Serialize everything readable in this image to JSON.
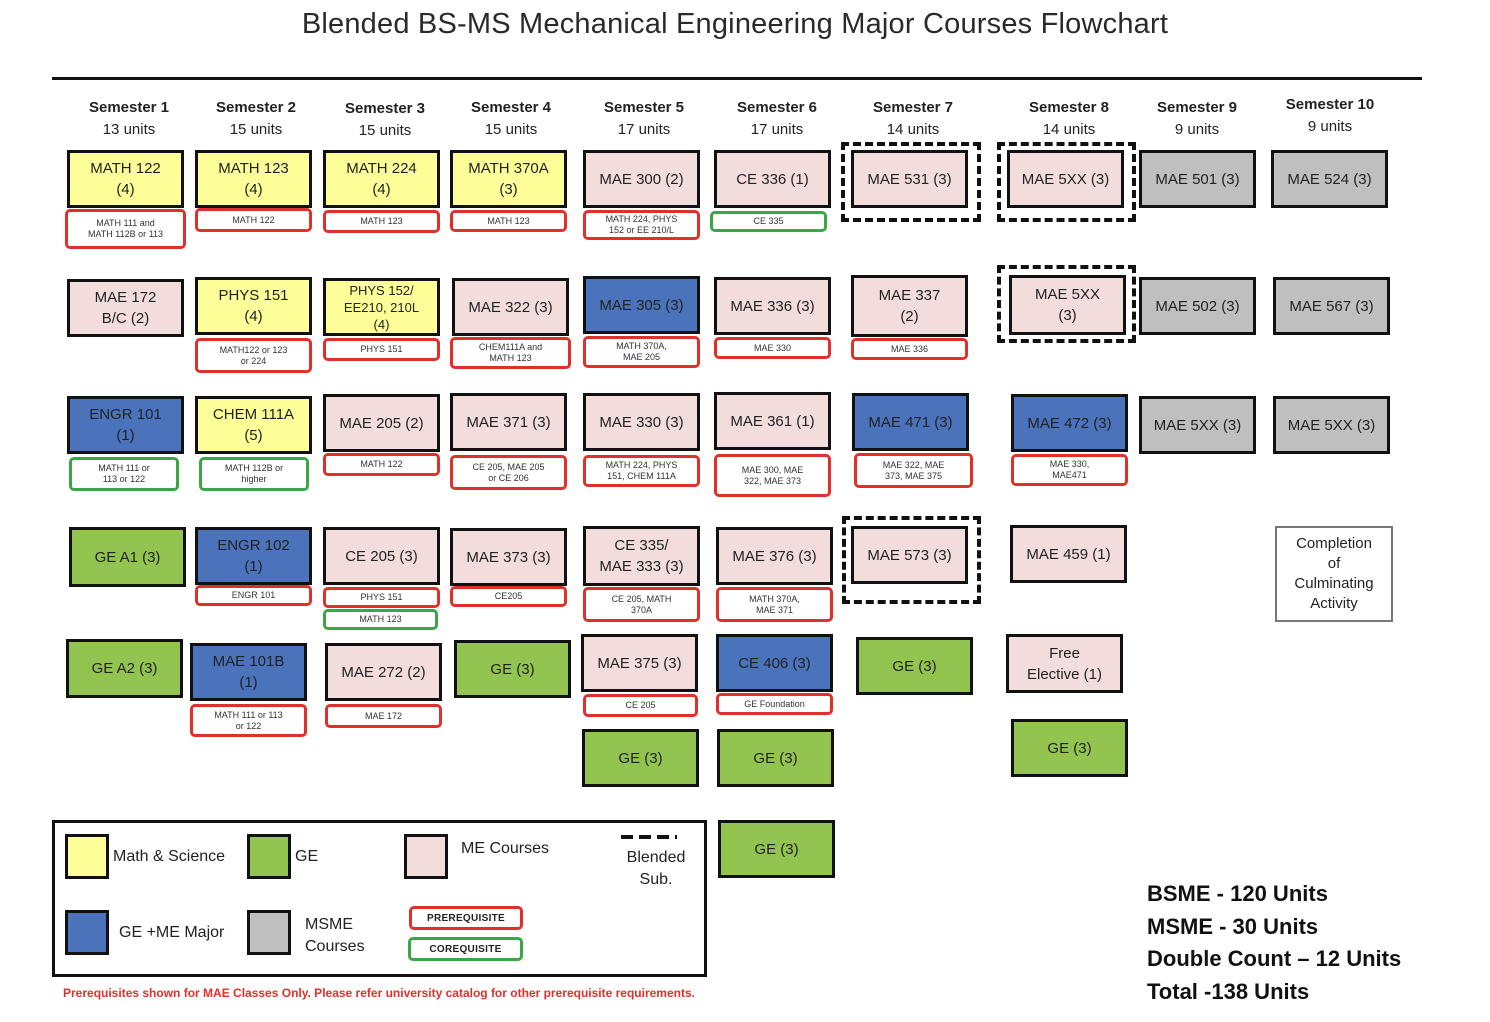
{
  "title": "Blended BS-MS Mechanical Engineering Major Courses Flowchart",
  "semesters": [
    {
      "name": "Semester 1",
      "units": "13 units"
    },
    {
      "name": "Semester 2",
      "units": "15 units"
    },
    {
      "name": "Semester 3",
      "units": "15 units"
    },
    {
      "name": "Semester 4",
      "units": "15 units"
    },
    {
      "name": "Semester 5",
      "units": "17 units"
    },
    {
      "name": "Semester 6",
      "units": "17 units"
    },
    {
      "name": "Semester 7",
      "units": "14 units"
    },
    {
      "name": "Semester 8",
      "units": "14 units"
    },
    {
      "name": "Semester 9",
      "units": "9 units"
    },
    {
      "name": "Semester 10",
      "units": "9 units"
    }
  ],
  "courses": {
    "s1": [
      "MATH 122\n(4)",
      "MAE 172\nB/C (2)",
      "ENGR 101\n(1)",
      "GE A1 (3)",
      "GE A2 (3)"
    ],
    "s2": [
      "MATH 123\n(4)",
      "PHYS 151\n(4)",
      "CHEM 111A\n(5)",
      "ENGR 102\n(1)",
      "MAE 101B\n(1)"
    ],
    "s3": [
      "MATH 224\n(4)",
      "PHYS 152/\nEE210, 210L\n(4)",
      "MAE 205 (2)",
      "CE 205 (3)",
      "MAE 272 (2)"
    ],
    "s4": [
      "MATH 370A\n(3)",
      "MAE 322 (3)",
      "MAE 371 (3)",
      "MAE 373 (3)",
      "GE (3)"
    ],
    "s5": [
      "MAE 300 (2)",
      "MAE 305 (3)",
      "MAE 330 (3)",
      "CE 335/\nMAE 333 (3)",
      "MAE 375 (3)",
      "GE (3)"
    ],
    "s6": [
      "CE 336 (1)",
      "MAE 336 (3)",
      "MAE 361 (1)",
      "MAE 376 (3)",
      "CE 406 (3)",
      "GE (3)",
      "GE (3)"
    ],
    "s7": [
      "MAE 531 (3)",
      "MAE 337\n(2)",
      "MAE 471 (3)",
      "MAE 573 (3)",
      "GE (3)"
    ],
    "s8": [
      "MAE 5XX (3)",
      "MAE 5XX\n(3)",
      "MAE 472 (3)",
      "MAE 459 (1)",
      "Free\nElective (1)",
      "GE (3)"
    ],
    "s9": [
      "MAE 501 (3)",
      "MAE 502 (3)",
      "MAE 5XX (3)"
    ],
    "s10": [
      "MAE 524 (3)",
      "MAE 567 (3)",
      "MAE 5XX (3)",
      "Completion\nof\nCulminating\nActivity"
    ]
  },
  "requisites": {
    "s1": [
      "MATH 111 and\nMATH 112B or 113",
      "MATH 111 or\n113 or 122"
    ],
    "s2": [
      "MATH 122",
      "MATH122 or 123\nor 224",
      "MATH 112B or\nhigher",
      "ENGR 101",
      "MATH 111 or 113\nor 122"
    ],
    "s3": [
      "MATH 123",
      "PHYS 151",
      "MATH 122",
      "PHYS 151",
      "MATH 123",
      "MAE 172"
    ],
    "s4": [
      "MATH 123",
      "CHEM111A and\nMATH 123",
      "CE 205, MAE 205\nor CE 206",
      "CE205"
    ],
    "s5": [
      "MATH 224, PHYS\n152 or EE 210/L",
      "MATH 370A,\nMAE 205",
      "MATH 224, PHYS\n151, CHEM 111A",
      "CE 205, MATH\n370A",
      "CE 205"
    ],
    "s6": [
      "CE 335",
      "MAE 330",
      "MAE 300, MAE\n322, MAE 373",
      "MATH 370A,\nMAE 371",
      "GE Foundation"
    ],
    "s7": [
      "MAE 336",
      "MAE 322, MAE\n373, MAE 375"
    ],
    "s8": [
      "MAE 330,\nMAE471"
    ]
  },
  "legend": {
    "math_science": "Math & Science",
    "ge": "GE",
    "me_courses": "ME Courses",
    "blended": "Blended\nSub.",
    "ge_me_major": "GE +ME Major",
    "msme_courses": "MSME\nCourses",
    "prerequisite": "PREREQUISITE",
    "corequisite": "COREQUISITE"
  },
  "colors": {
    "math_science": "#ffff99",
    "ge": "#92c44f",
    "me": "#f3dcdc",
    "ge_me_major": "#4a73bc",
    "msme": "#bfbfbf",
    "prerequisite": "#e0302a",
    "corequisite": "#3aa645"
  },
  "footnote": "Prerequisites shown for MAE Classes Only. Please refer university catalog for other prerequisite requirements.",
  "totals": [
    "BSME - 120 Units",
    "MSME - 30 Units",
    "Double Count – 12 Units",
    "Total -138 Units"
  ]
}
